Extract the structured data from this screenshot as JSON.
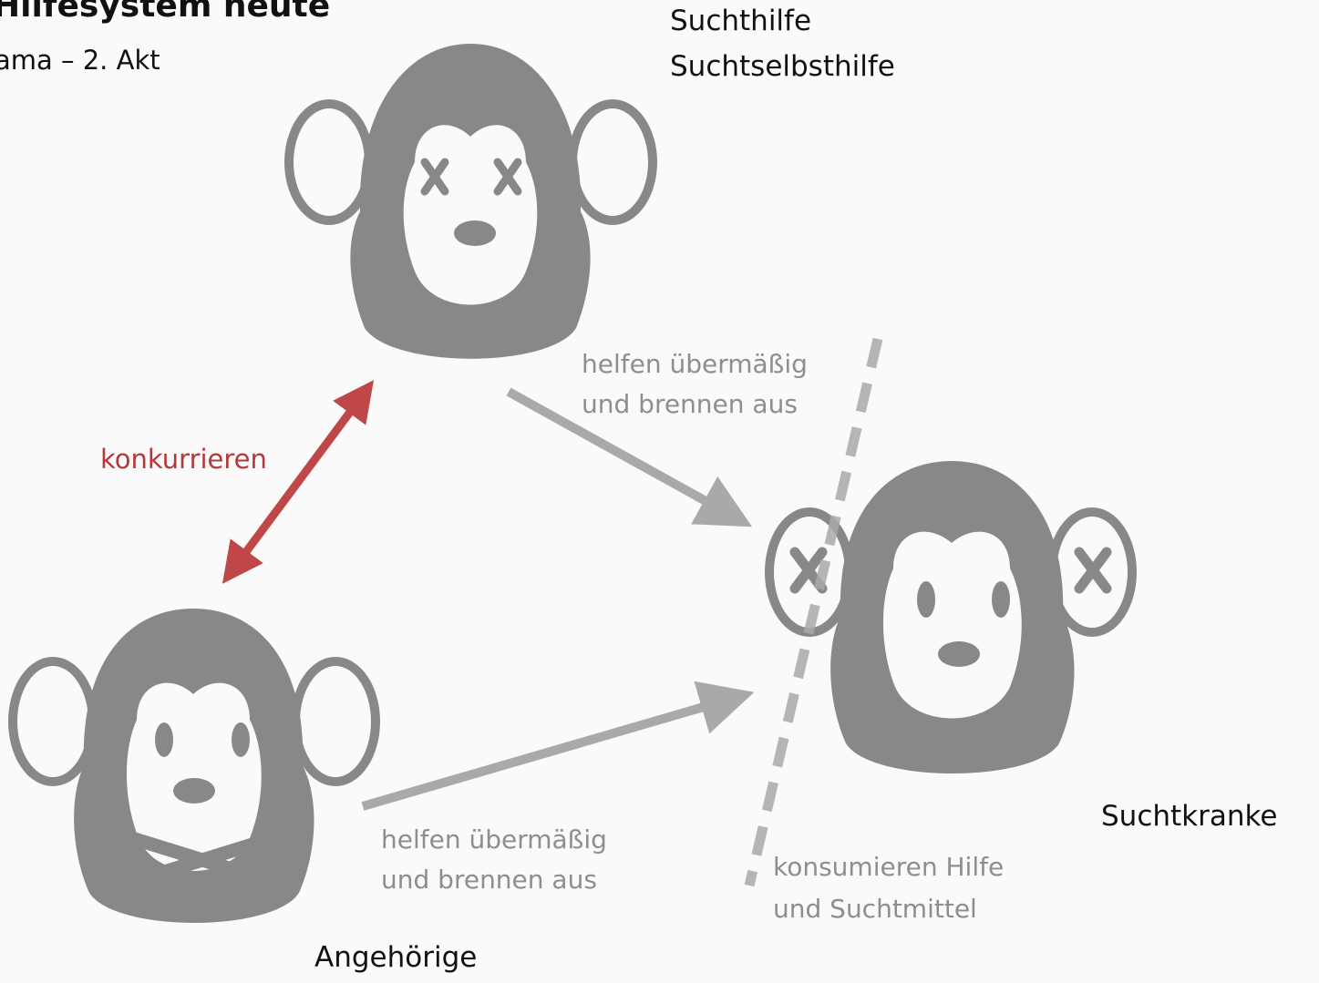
{
  "title": "Hilfesystem heute",
  "subtitle": "ama – 2. Akt",
  "groups": {
    "helpers": {
      "line1": "Suchthilfe",
      "line2": "Suchtselbsthilfe"
    },
    "relatives": "Angehörige",
    "addicts": "Suchtkranke"
  },
  "relations": {
    "compete": "konkurrieren",
    "helpers_help": {
      "line1": "helfen übermäßig",
      "line2": "und brennen aus"
    },
    "relatives_help": {
      "line1": "helfen übermäßig",
      "line2": "und brennen aus"
    },
    "consume": {
      "line1": "konsumieren Hilfe",
      "line2": "und Suchtmittel"
    }
  },
  "colors": {
    "monkey": "#888888",
    "arrow_gray": "#a9a9a9",
    "arrow_red": "#bf4747",
    "text_red": "#b33a3a",
    "text_gray": "#8e8e8e"
  },
  "icons": [
    "monkey-see-no-evil-icon",
    "monkey-speak-no-evil-icon",
    "monkey-hear-no-evil-icon"
  ]
}
